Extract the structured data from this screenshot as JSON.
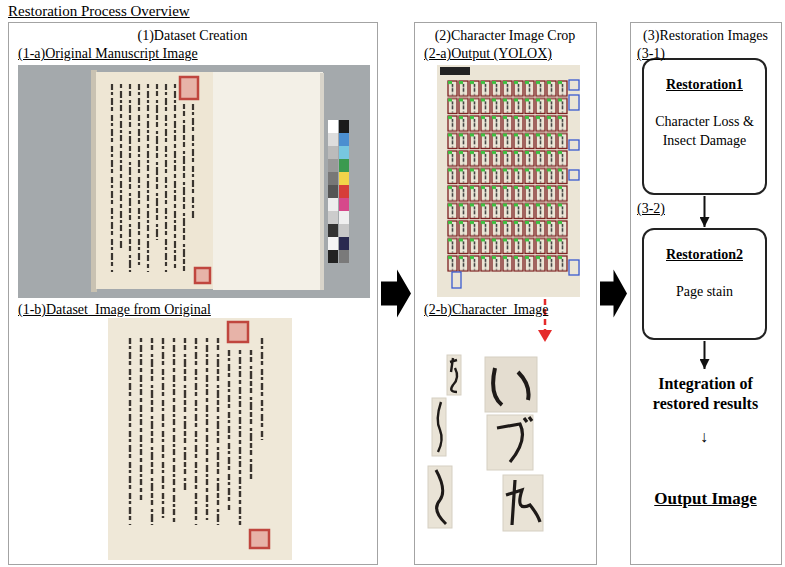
{
  "diagram": {
    "title": "Restoration Process Overview",
    "nodes": [
      {
        "text": [
          "(1)Dataset Creation",
          "(1-a)Original Manuscript Image",
          "(1-b)Dataset_Image from Original"
        ]
      },
      {
        "text": [
          "(2)Character Image Crop",
          "(2-a)Output (YOLOX)",
          "(2-b)Character_Image"
        ]
      },
      {
        "text": [
          "(3)Restoration Images",
          "(3-1)",
          "(3-2)"
        ]
      },
      {
        "text": [
          "Restoration1",
          "Character Loss & Insect Damage"
        ],
        "in": 2
      },
      {
        "text": [
          "Restoration2",
          "Page stain"
        ],
        "in": 2
      },
      {
        "text": [
          "Integration of restored results"
        ],
        "in": 2
      },
      {
        "text": [
          "Output Image"
        ],
        "in": 2
      }
    ],
    "edges": [
      {
        "from": 0,
        "to": 1,
        "arrow": "to"
      },
      {
        "from": 1,
        "to": 2,
        "arrow": "to"
      },
      {
        "from": 3,
        "to": 4,
        "arrow": "to"
      },
      {
        "from": 4,
        "to": 5,
        "arrow": "to"
      }
    ],
    "labels": [
      "↓"
    ]
  }
}
